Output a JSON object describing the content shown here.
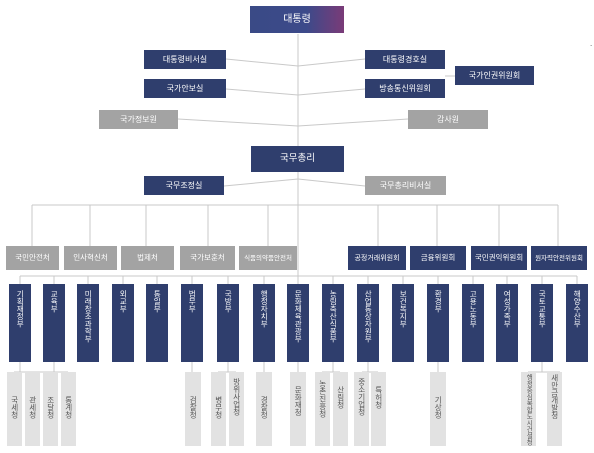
{
  "root": "대통령",
  "upper_offices": {
    "left": [
      "대통령비서실",
      "국가안보실"
    ],
    "right": [
      "대통령경호실",
      "방송통신위원회"
    ],
    "human_rights": "국가인권위원회",
    "nis": "국가정보원",
    "audit": "감사원"
  },
  "pm": "국무총리",
  "pm_offices": [
    "국무조정실",
    "국무총리비서실"
  ],
  "gray_level": [
    "국민안전처",
    "인사혁신처",
    "법제처",
    "국가보훈처",
    "식품의약품안전처"
  ],
  "navy_level": [
    "공정거래위원회",
    "금융위원회",
    "국민권익위원회",
    "원자력안전위원회"
  ],
  "ministries": [
    "기획재정부",
    "교육부",
    "미래창조과학부",
    "외교부",
    "통일부",
    "법무부",
    "국방부",
    "행정자치부",
    "문화체육관광부",
    "농림축산식품부",
    "산업통상자원부",
    "보건복지부",
    "환경부",
    "고용노동부",
    "여성가족부",
    "국토교통부",
    "해양수산부"
  ],
  "agencies": {
    "tax": [
      "국세청",
      "관세청",
      "조달청",
      "통계청"
    ],
    "justice": [
      "검찰청"
    ],
    "defense": [
      "병무청",
      "방위사업청"
    ],
    "interior": [
      "경찰청"
    ],
    "culture": [
      "문화재청"
    ],
    "agri": [
      "농촌진흥청",
      "산림청"
    ],
    "industry": [
      "중소기업청",
      "특허청"
    ],
    "env": [
      "기상청"
    ],
    "transport": [
      "행정중심복합도시건설청",
      "새만금개발청"
    ]
  },
  "mark": "."
}
